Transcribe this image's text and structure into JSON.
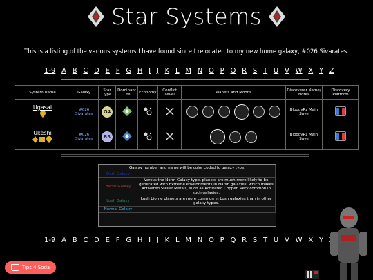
{
  "page": {
    "title": "Star Systems",
    "intro": "This is a listing of the various systems I have found since I relocated to my new home galaxy, #026 Sivarates."
  },
  "alphabet": [
    "1-9",
    "A",
    "B",
    "C",
    "D",
    "E",
    "F",
    "G",
    "H",
    "I",
    "J",
    "K",
    "L",
    "M",
    "N",
    "O",
    "P",
    "Q",
    "R",
    "S",
    "T",
    "U",
    "V",
    "W",
    "X",
    "Y",
    "Z"
  ],
  "table": {
    "headers": [
      "System Name",
      "Galaxy",
      "Star Type",
      "Dominant Life",
      "Economy",
      "Conflict Level",
      "Planets and Moons",
      "Discoverer Name/ Notes",
      "Discovery Platform"
    ],
    "rows": [
      {
        "name": "Ugasai",
        "galaxy": "#026 Sivarates",
        "star": "G4",
        "star_color": "#d8d28a",
        "discoverer": "BloodyRz Main Save"
      },
      {
        "name": "Ukeshi",
        "galaxy": "#026 Sivarates",
        "star": "B3",
        "star_color": "#b7b4e8",
        "discoverer": "BloodyRz Main Save"
      }
    ]
  },
  "legend": {
    "header": "Galaxy number and name will be color coded to galaxy type.",
    "rows": [
      {
        "type": "Dark Galaxy",
        "color": "#2233aa",
        "note": ""
      },
      {
        "type": "Harsh Galaxy",
        "color": "#c0392b",
        "note": "Versus the Norm Galaxy type, planets are much more likely to be generated with Extreme environments in Harsh galaxies, which makes Activated Stellar Metals, such as Activated Copper, very common in such galaxies."
      },
      {
        "type": "Lush Galaxy",
        "color": "#2e8b57",
        "note": "Lush biome planets are more common in Lush galaxies than in other galaxy types."
      },
      {
        "type": "Normal Galaxy",
        "color": "#4ab0e0",
        "note": ""
      }
    ]
  },
  "tips": {
    "label": "Tips 4 Soda"
  },
  "colors": {
    "background": "#000000",
    "tips": "#ff5e5b"
  }
}
